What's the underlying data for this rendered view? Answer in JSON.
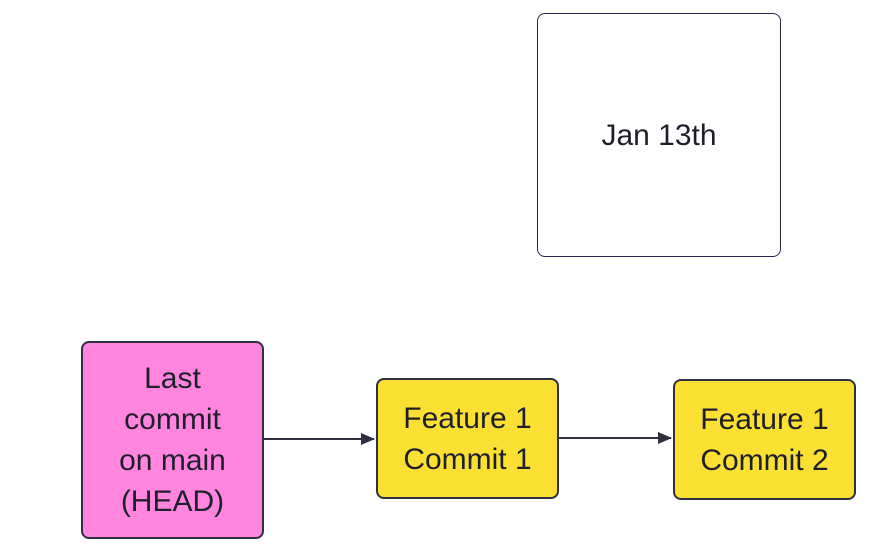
{
  "diagram": {
    "date_box": {
      "label": "Jan 13th"
    },
    "commits": [
      {
        "label": "Last\ncommit\non main\n(HEAD)",
        "color": "#ff85df"
      },
      {
        "label": "Feature 1\nCommit 1",
        "color": "#fae032"
      },
      {
        "label": "Feature 1\nCommit 2",
        "color": "#fae032"
      }
    ],
    "edge_color": "#2f2f3f"
  }
}
